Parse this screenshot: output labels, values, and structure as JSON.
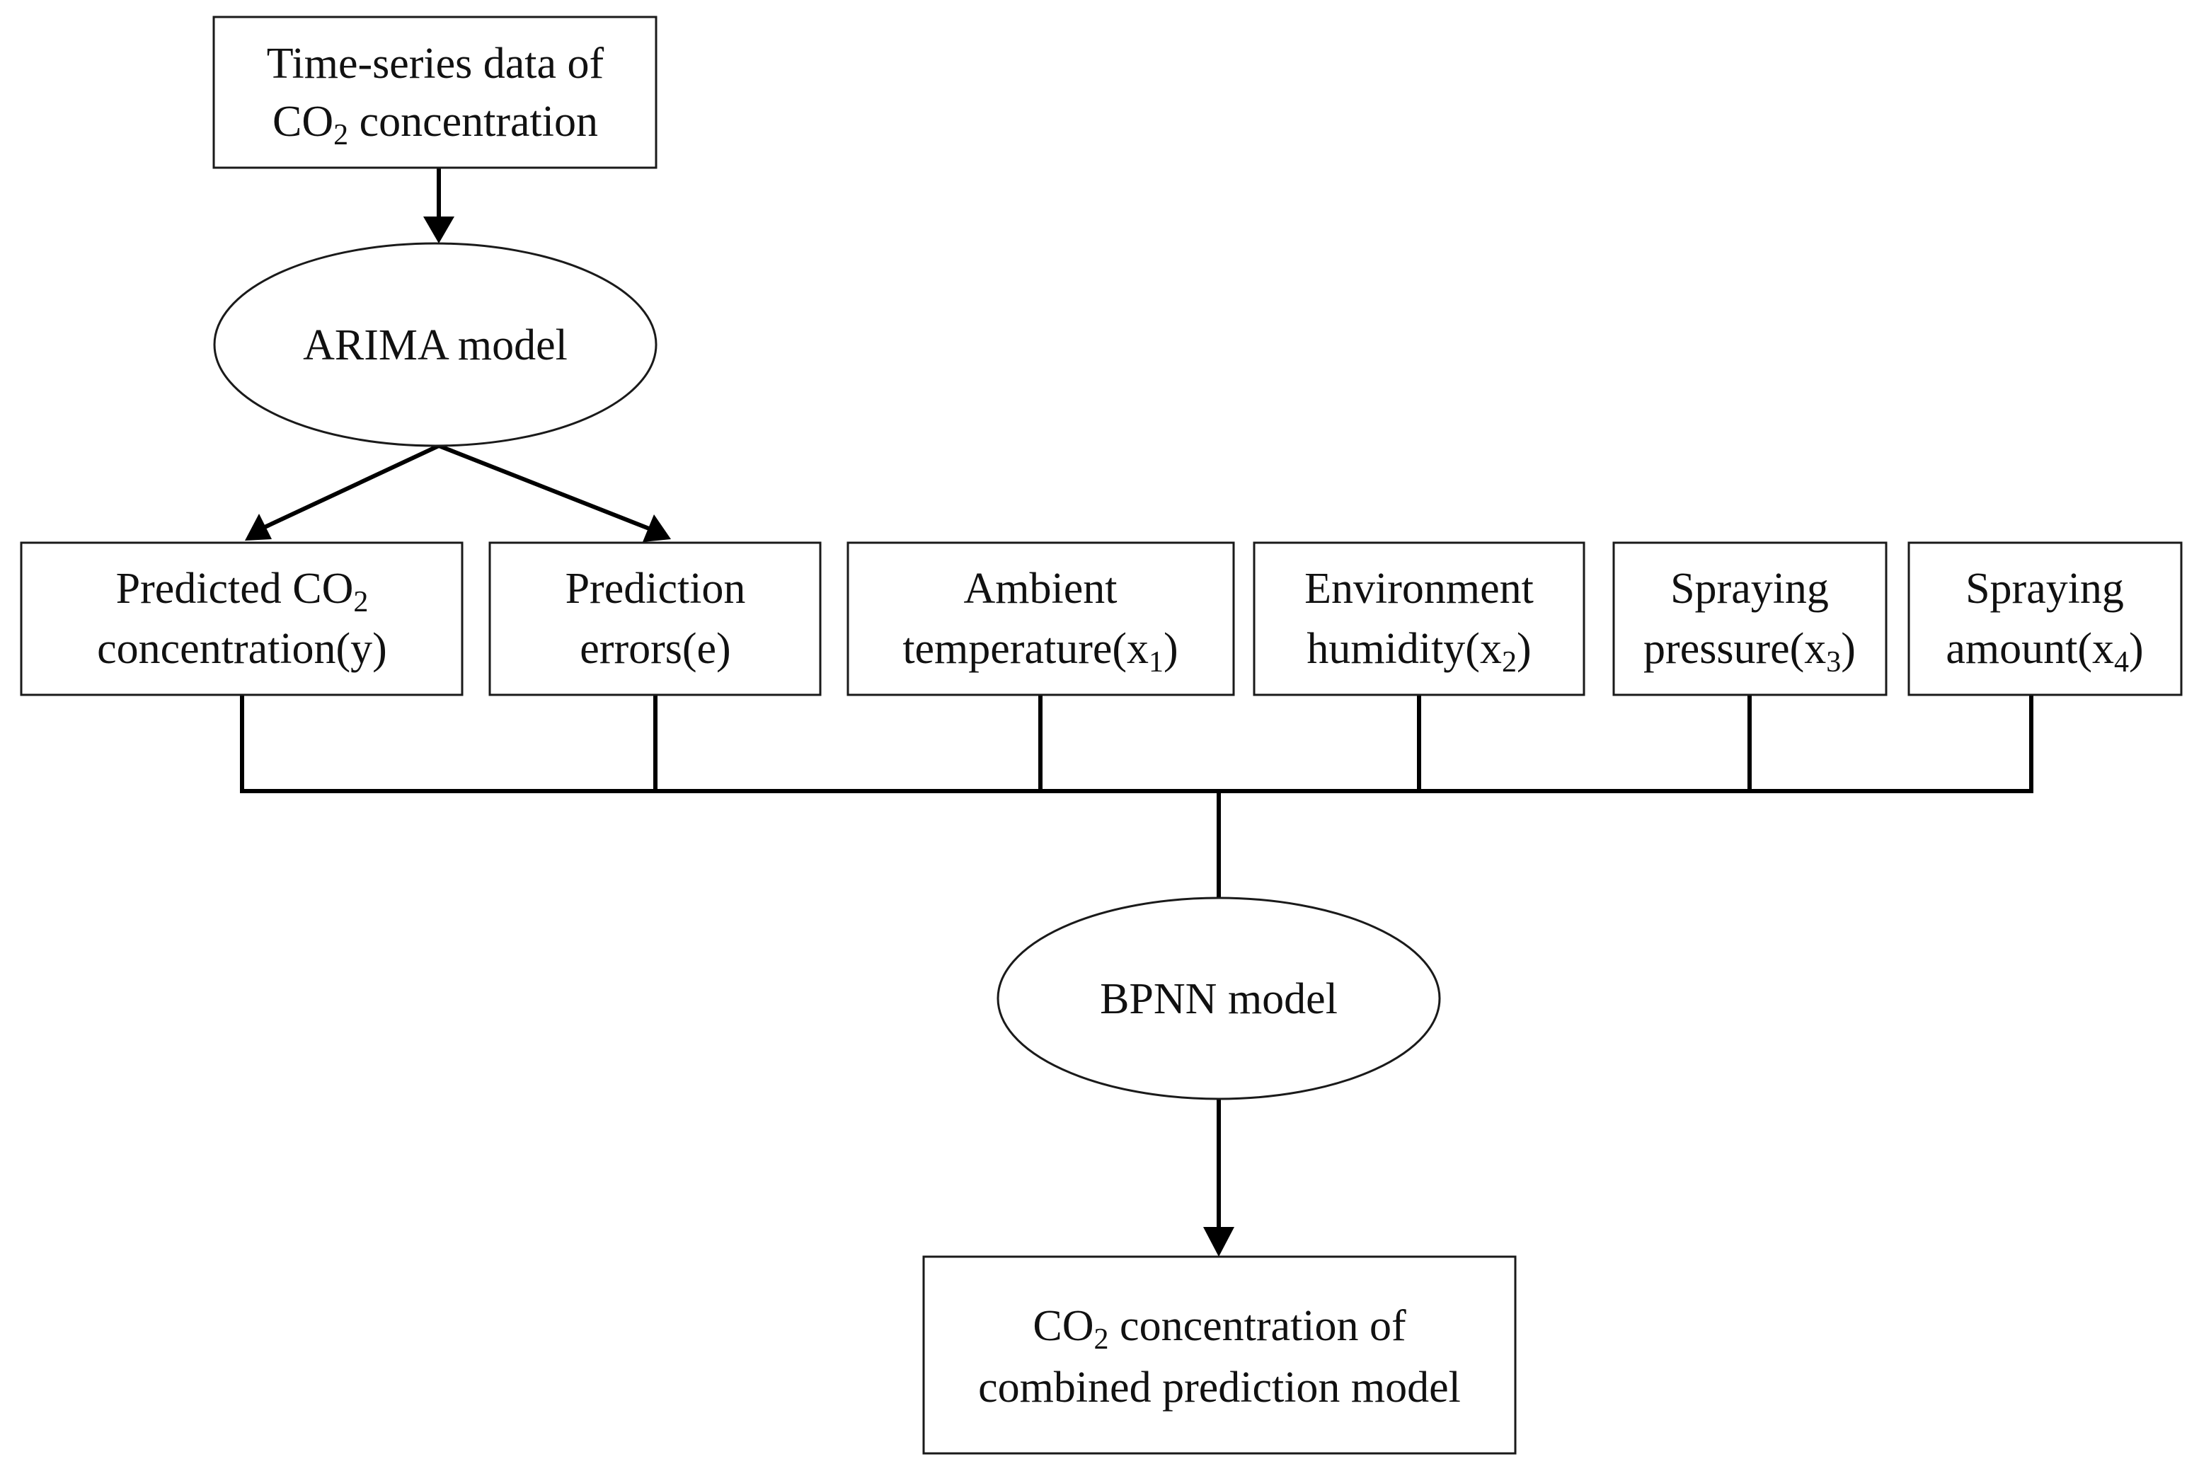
{
  "nodes": {
    "input": {
      "line1": "Time-series data of",
      "line2_pre": "CO",
      "line2_sub": "2",
      "line2_post": " concentration"
    },
    "arima": {
      "label": "ARIMA model"
    },
    "predicted_co2": {
      "line1_pre": "Predicted CO",
      "line1_sub": "2",
      "line2": "concentration(y)"
    },
    "prediction_errors": {
      "line1": "Prediction",
      "line2": "errors(e)"
    },
    "ambient_temperature": {
      "line1": "Ambient",
      "line2_pre": "temperature(x",
      "line2_sub": "1",
      "line2_post": ")"
    },
    "environment_humidity": {
      "line1": "Environment",
      "line2_pre": "humidity(x",
      "line2_sub": "2",
      "line2_post": ")"
    },
    "spraying_pressure": {
      "line1": "Spraying",
      "line2_pre": "pressure(x",
      "line2_sub": "3",
      "line2_post": ")"
    },
    "spraying_amount": {
      "line1": "Spraying",
      "line2_pre": "amount(x",
      "line2_sub": "4",
      "line2_post": ")"
    },
    "bpnn": {
      "label": "BPNN model"
    },
    "output": {
      "line1_pre": "CO",
      "line1_sub": "2",
      "line1_post": " concentration of",
      "line2": "combined prediction model"
    }
  }
}
